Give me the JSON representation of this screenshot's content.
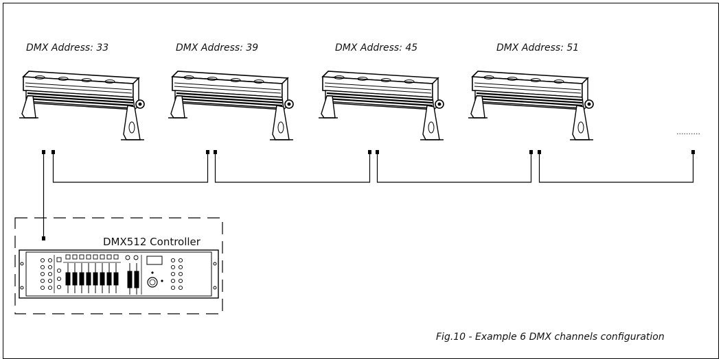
{
  "fixtures": [
    {
      "address_label": "DMX Address: 33"
    },
    {
      "address_label": "DMX Address: 39"
    },
    {
      "address_label": "DMX Address: 45"
    },
    {
      "address_label": "DMX Address: 51"
    }
  ],
  "continuation": "..........",
  "controller": {
    "label": "DMX512 Controller"
  },
  "caption": "Fig.10 - Example 6 DMX channels configuration"
}
